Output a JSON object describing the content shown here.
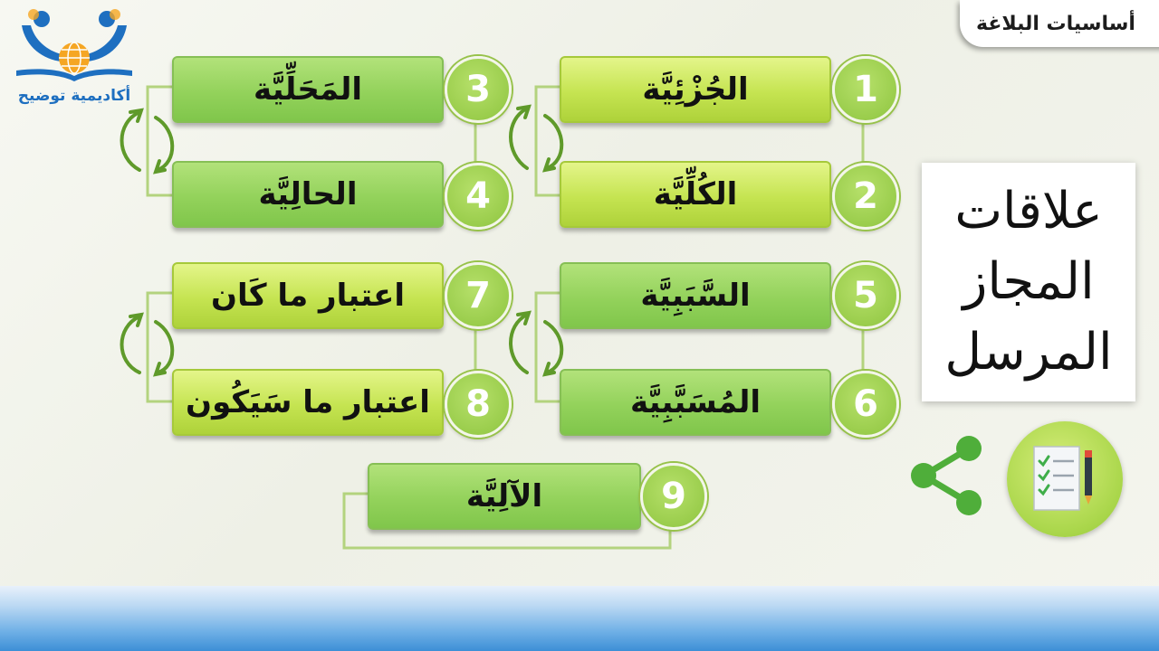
{
  "header": {
    "title": "أساسيات البلاغة"
  },
  "logo": {
    "text": "أكاديمية توضيح"
  },
  "heading": {
    "lines": [
      "علاقات",
      "المجاز",
      "المرسل"
    ]
  },
  "relations": [
    {
      "number": "1",
      "label": "الجُزْئِيَّة"
    },
    {
      "number": "2",
      "label": "الكُلِّيَّة"
    },
    {
      "number": "3",
      "label": "المَحَلِّيَّة"
    },
    {
      "number": "4",
      "label": "الحالِيَّة"
    },
    {
      "number": "5",
      "label": "السَّبَبِيَّة"
    },
    {
      "number": "6",
      "label": "المُسَبَّبِيَّة"
    },
    {
      "number": "7",
      "label": "اعتبار ما كَان"
    },
    {
      "number": "8",
      "label": "اعتبار ما سَيَكُون"
    },
    {
      "number": "9",
      "label": "الآلِيَّة"
    }
  ],
  "icons": {
    "share": "share-icon",
    "notes": "checklist-pen-icon",
    "cycle": "cycle-arrows-icon",
    "logo": "academy-logo-icon"
  },
  "colors": {
    "accent_green": "#9acd4c",
    "line_green": "#a9cc7a",
    "logo_blue": "#1e6fc0",
    "logo_orange": "#f5a623"
  }
}
